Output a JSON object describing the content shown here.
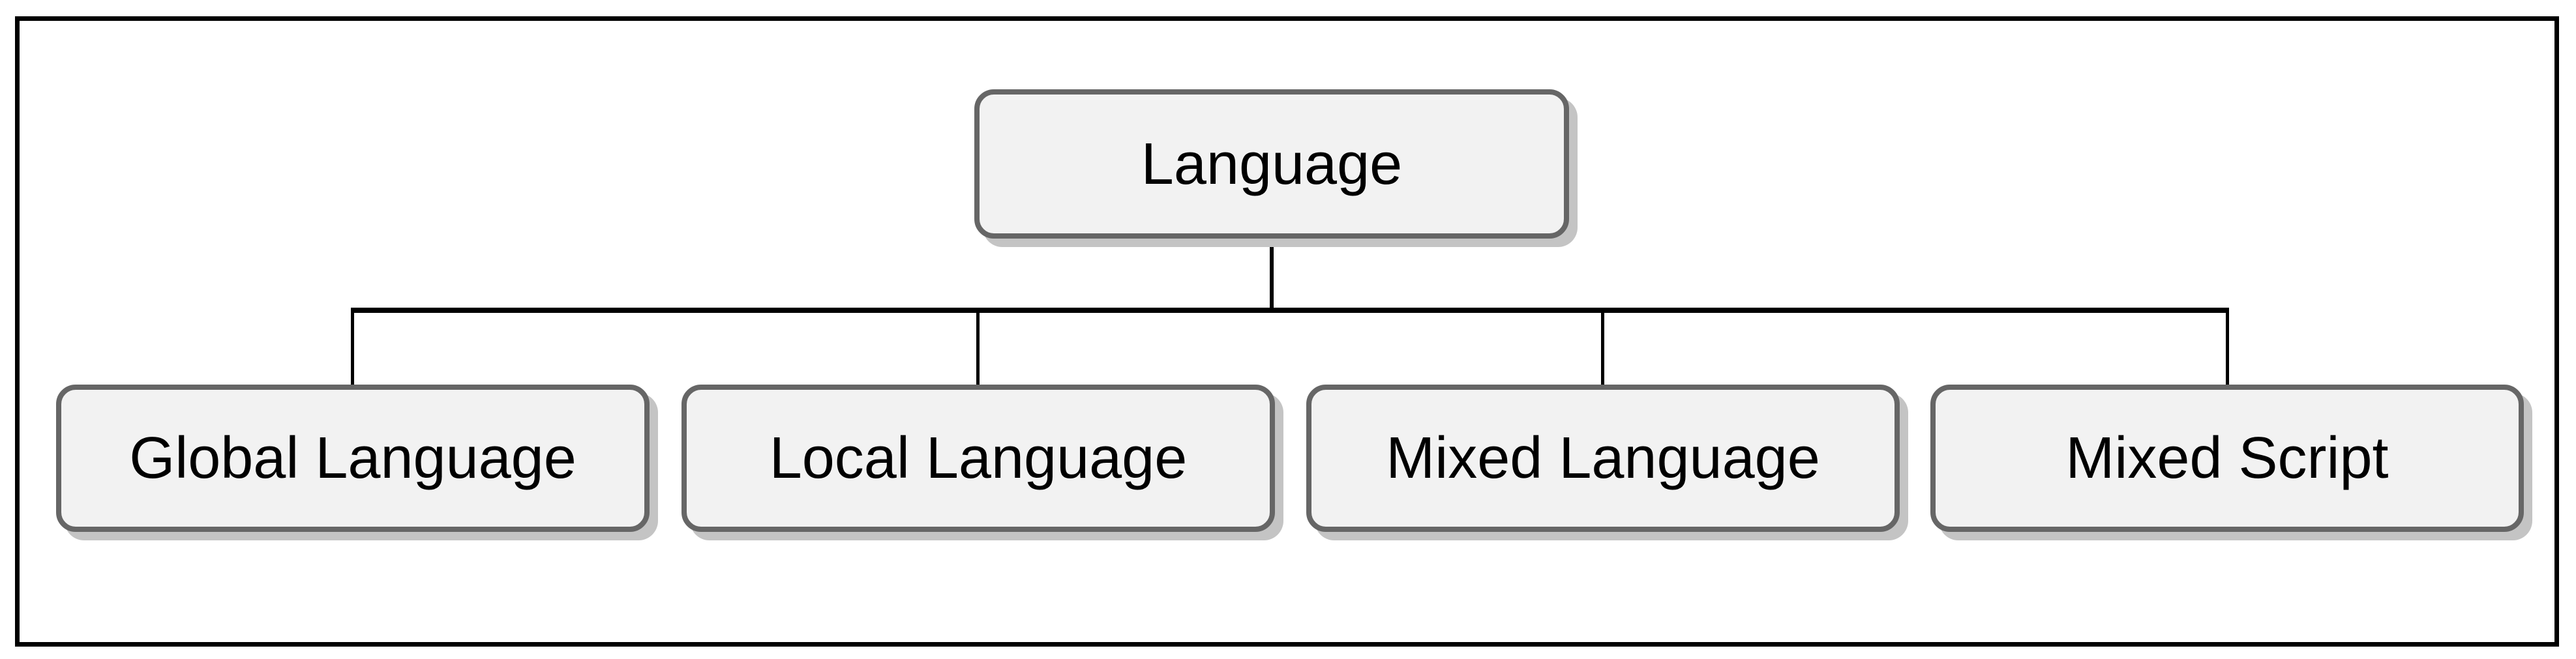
{
  "diagram": {
    "root": {
      "label": "Language"
    },
    "children": [
      {
        "label": "Global Language"
      },
      {
        "label": "Local Language"
      },
      {
        "label": "Mixed Language"
      },
      {
        "label": "Mixed Script"
      }
    ],
    "colors": {
      "background": "#ffffff",
      "frame": "#000000",
      "node_fill": "#f2f2f2",
      "node_border": "#666666",
      "node_shadow": "#c4c4c4",
      "connector": "#000000",
      "text": "#000000"
    }
  }
}
